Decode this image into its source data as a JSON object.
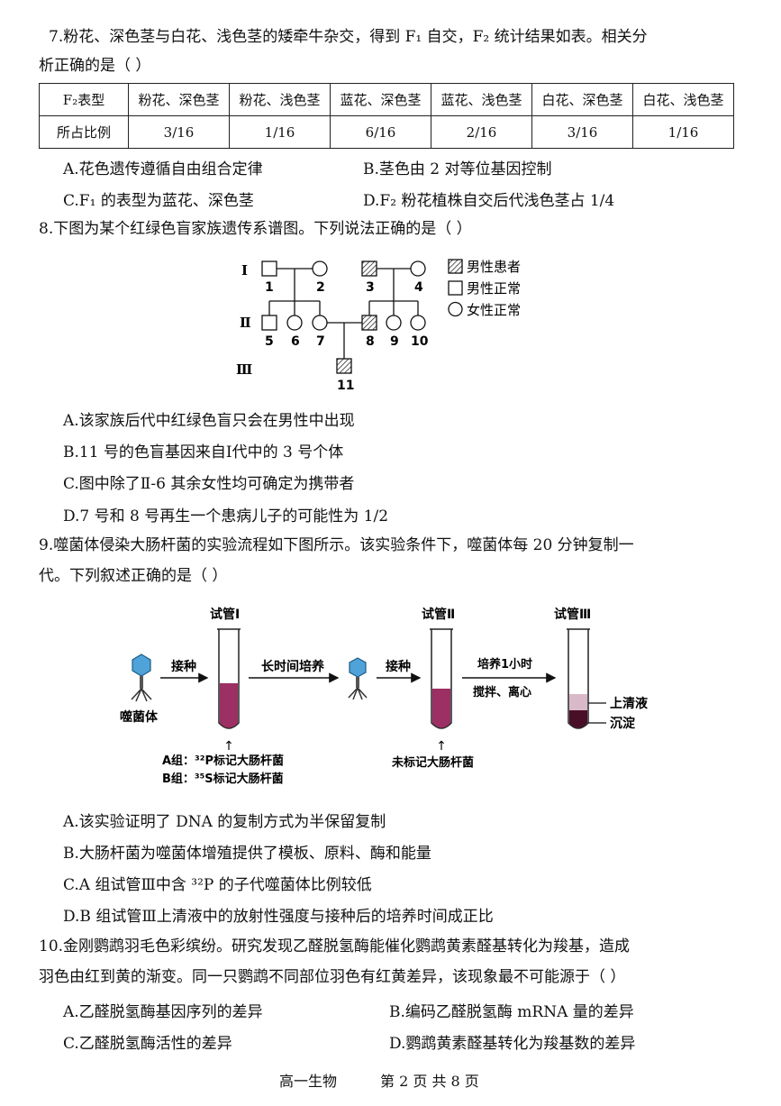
{
  "q7": {
    "stem_line1": "7.粉花、深色茎与白花、浅色茎的矮牵牛杂交，得到 F₁ 自交，F₂ 统计结果如表。相关分",
    "stem_line2": "析正确的是（    ）",
    "table": {
      "header": [
        "F₂表型",
        "粉花、深色茎",
        "粉花、浅色茎",
        "蓝花、深色茎",
        "蓝花、浅色茎",
        "白花、深色茎",
        "白花、浅色茎"
      ],
      "row": [
        "所占比例",
        "3/16",
        "1/16",
        "6/16",
        "2/16",
        "3/16",
        "1/16"
      ]
    },
    "options": {
      "A": "A.花色遗传遵循自由组合定律",
      "B": "B.茎色由 2 对等位基因控制",
      "C": "C.F₁ 的表型为蓝花、深色茎",
      "D": "D.F₂ 粉花植株自交后代浅色茎占 1/4"
    }
  },
  "q8": {
    "stem": "8.下图为某个红绿色盲家族遗传系谱图。下列说法正确的是（    ）",
    "pedigree": {
      "generations": [
        "Ⅰ",
        "Ⅱ",
        "Ⅲ"
      ],
      "numbers": [
        "1",
        "2",
        "3",
        "4",
        "5",
        "6",
        "7",
        "8",
        "9",
        "10",
        "11"
      ],
      "legend": [
        "男性患者",
        "男性正常",
        "女性正常"
      ]
    },
    "options": {
      "A": "A.该家族后代中红绿色盲只会在男性中出现",
      "B": "B.11 号的色盲基因来自Ⅰ代中的 3 号个体",
      "C": "C.图中除了Ⅱ-6 其余女性均可确定为携带者",
      "D": "D.7 号和 8 号再生一个患病儿子的可能性为 1/2"
    }
  },
  "q9": {
    "stem_line1": "9.噬菌体侵染大肠杆菌的实验流程如下图所示。该实验条件下，噬菌体每 20 分钟复制一",
    "stem_line2": "代。下列叙述正确的是（    ）",
    "figure": {
      "tube1": "试管Ⅰ",
      "tube2": "试管Ⅱ",
      "tube3": "试管Ⅲ",
      "inoculate1": "接种",
      "long_culture": "长时间培养",
      "inoculate2": "接种",
      "culture_1h": "培养1小时",
      "stir_centrifuge": "搅拌、离心",
      "phage": "噬菌体",
      "groupA": "A组：³²P标记大肠杆菌",
      "groupB": "B组：³⁵S标记大肠杆菌",
      "unlabeled": "未标记大肠杆菌",
      "supernatant": "上清液",
      "sediment": "沉淀"
    },
    "options": {
      "A": "A.该实验证明了 DNA 的复制方式为半保留复制",
      "B": "B.大肠杆菌为噬菌体增殖提供了模板、原料、酶和能量",
      "C": "C.A 组试管Ⅲ中含 ³²P 的子代噬菌体比例较低",
      "D": "D.B 组试管Ⅲ上清液中的放射性强度与接种后的培养时间成正比"
    }
  },
  "q10": {
    "stem_line1": "10.金刚鹦鹉羽毛色彩缤纷。研究发现乙醛脱氢酶能催化鹦鹉黄素醛基转化为羧基，造成",
    "stem_line2": "羽色由红到黄的渐变。同一只鹦鹉不同部位羽色有红黄差异，该现象最不可能源于（    ）",
    "options": {
      "A": "A.乙醛脱氢酶基因序列的差异",
      "B": "B.编码乙醛脱氢酶 mRNA 量的差异",
      "C": "C.乙醛脱氢酶活性的差异",
      "D": "D.鹦鹉黄素醛基转化为羧基数的差异"
    }
  },
  "footer": {
    "subject": "高一生物",
    "page": "第 2 页 共 8 页"
  },
  "colors": {
    "tube_liquid": "#9c2f63",
    "sediment": "#4a0f28"
  }
}
